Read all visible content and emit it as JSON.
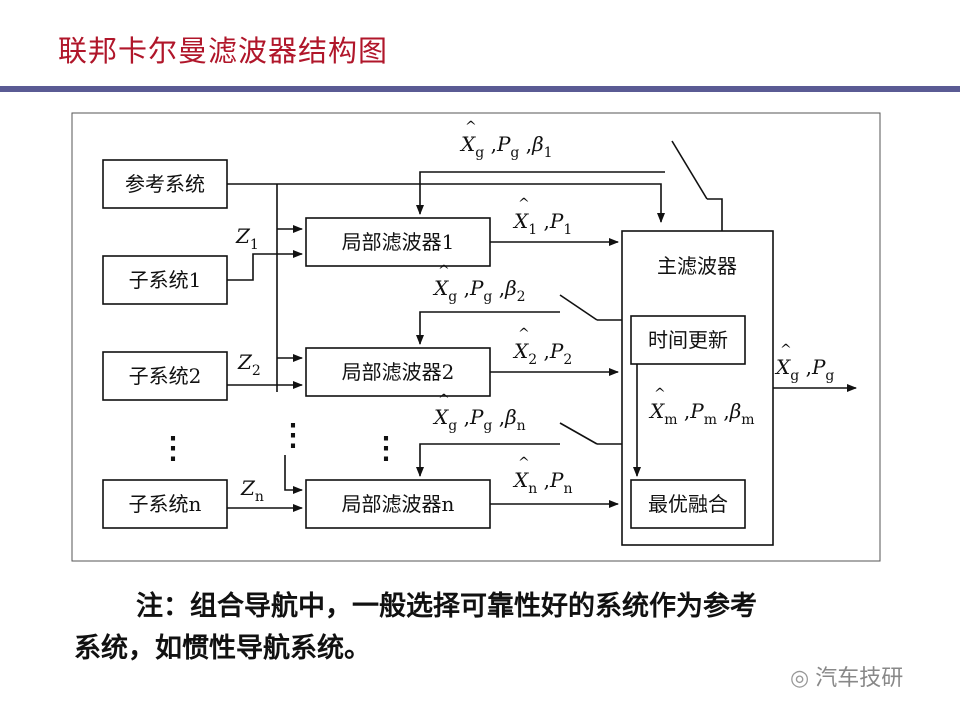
{
  "page": {
    "title": "联邦卡尔曼滤波器结构图"
  },
  "diagram": {
    "ref_system": "参考系统",
    "subsystem_1": "子系统1",
    "subsystem_2": "子系统2",
    "subsystem_n": "子系统n",
    "local_filter_1": "局部滤波器1",
    "local_filter_2": "局部滤波器2",
    "local_filter_n": "局部滤波器n",
    "main_filter": "主滤波器",
    "time_update": "时间更新",
    "optimal_fusion": "最优融合",
    "z1": "Z",
    "z1_sub": "1",
    "z2": "Z",
    "z2_sub": "2",
    "zn": "Z",
    "zn_sub": "n",
    "feedback_1": {
      "x": "X",
      "xs": "g",
      "p": "P",
      "ps": "g",
      "b": "β",
      "bs": "1"
    },
    "feedback_2": {
      "x": "X",
      "xs": "g",
      "p": "P",
      "ps": "g",
      "b": "β",
      "bs": "2"
    },
    "feedback_n": {
      "x": "X",
      "xs": "g",
      "p": "P",
      "ps": "g",
      "b": "β",
      "bs": "n"
    },
    "out_1": {
      "x": "X",
      "xs": "1",
      "p": "P",
      "ps": "1"
    },
    "out_2": {
      "x": "X",
      "xs": "2",
      "p": "P",
      "ps": "2"
    },
    "out_n": {
      "x": "X",
      "xs": "n",
      "p": "P",
      "ps": "n"
    },
    "master_est": {
      "x": "X",
      "xs": "m",
      "p": "P",
      "ps": "m",
      "b": "β",
      "bs": "m"
    },
    "global_out": {
      "x": "X",
      "xs": "g",
      "p": "P",
      "ps": "g"
    },
    "ellipsis": "⋮"
  },
  "note": {
    "line1": "注：组合导航中，一般选择可靠性好的系统作为参考",
    "line2": "系统，如惯性导航系统。"
  },
  "watermark": {
    "icon": "wechat-icon",
    "text": "汽车技研"
  }
}
